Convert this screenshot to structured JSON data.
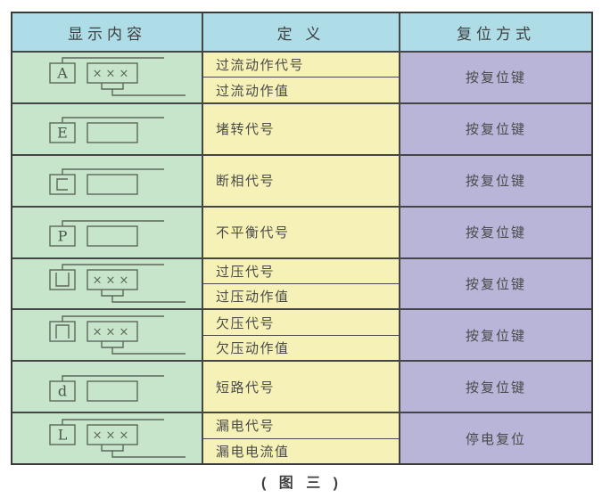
{
  "table": {
    "headers": [
      {
        "label": "显示内容"
      },
      {
        "label": "定 义"
      },
      {
        "label": "复位方式"
      }
    ],
    "icon_box_text": "×××",
    "rows": [
      {
        "icon": {
          "symbol": "A",
          "type": "text",
          "value_box": "xxx"
        },
        "definitions": [
          "过流动作代号",
          "过流动作值"
        ],
        "reset": "按复位键"
      },
      {
        "icon": {
          "symbol": "E",
          "type": "text",
          "value_box": "empty"
        },
        "definitions": [
          "堵转代号"
        ],
        "reset": "按复位键"
      },
      {
        "icon": {
          "symbol": "c",
          "type": "shape-open-right",
          "value_box": "empty"
        },
        "definitions": [
          "断相代号"
        ],
        "reset": "按复位键"
      },
      {
        "icon": {
          "symbol": "P",
          "type": "text",
          "value_box": "empty"
        },
        "definitions": [
          "不平衡代号"
        ],
        "reset": "按复位键"
      },
      {
        "icon": {
          "symbol": "凵",
          "type": "shape-open-top",
          "value_box": "xxx"
        },
        "definitions": [
          "过压代号",
          "过压动作值"
        ],
        "reset": "按复位键"
      },
      {
        "icon": {
          "symbol": "冂",
          "type": "shape-open-bottom",
          "value_box": "xxx"
        },
        "definitions": [
          "欠压代号",
          "欠压动作值"
        ],
        "reset": "按复位键"
      },
      {
        "icon": {
          "symbol": "d",
          "type": "text",
          "value_box": "empty"
        },
        "definitions": [
          "短路代号"
        ],
        "reset": "按复位键"
      },
      {
        "icon": {
          "symbol": "L",
          "type": "text",
          "value_box": "xxx"
        },
        "definitions": [
          "漏电代号",
          "漏电电流值"
        ],
        "reset": "停电复位"
      }
    ]
  },
  "caption": "( 图 三 )",
  "colors": {
    "header_bg": "#aedde7",
    "display_col_bg": "#c6e5ca",
    "definition_col_bg": "#f6f2b7",
    "reset_col_bg": "#b8b5d8",
    "grid_line": "#454545",
    "text": "#4a4a4a",
    "icon_line": "#5c685c"
  }
}
